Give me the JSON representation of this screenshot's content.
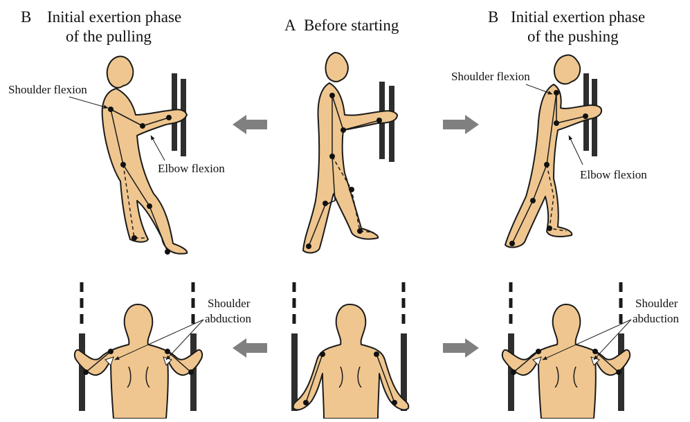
{
  "colors": {
    "skin": "#EFC68F",
    "outline": "#1A1A1A",
    "bar": "#2E2E2E",
    "arrow": "#808080",
    "background": "#FFFFFF"
  },
  "headers": {
    "left": {
      "letter": "B",
      "line1": "Initial exertion phase",
      "line2": "of the pulling"
    },
    "center": {
      "letter": "A",
      "line1": "Before starting"
    },
    "right": {
      "letter": "B",
      "line1": "Initial exertion phase",
      "line2": "of the pushing"
    }
  },
  "labels": {
    "shoulder_flexion": "Shoulder flexion",
    "elbow_flexion": "Elbow flexion",
    "shoulder": "Shoulder",
    "abduction": "abduction"
  },
  "icons": [
    "arrow-left-icon",
    "arrow-right-icon"
  ]
}
